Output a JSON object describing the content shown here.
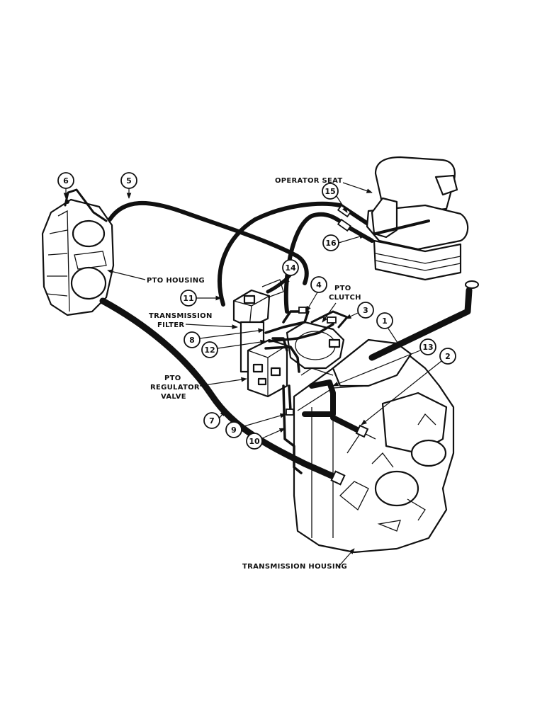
{
  "labels": {
    "operator_seat": "OPERATOR SEAT",
    "pto_housing": "PTO HOUSING",
    "transmission_filter_1": "TRANSMISSION",
    "transmission_filter_2": "FILTER",
    "pto_clutch_1": "PTO",
    "pto_clutch_2": "CLUTCH",
    "pto_regulator_1": "PTO",
    "pto_regulator_2": "REGULATOR",
    "pto_regulator_3": "VALVE",
    "transmission_housing": "TRANSMISSION HOUSING"
  },
  "callouts": {
    "c1": "1",
    "c2": "2",
    "c3": "3",
    "c4": "4",
    "c5": "5",
    "c6": "6",
    "c7": "7",
    "c8": "8",
    "c9": "9",
    "c10": "10",
    "c11": "11",
    "c12": "12",
    "c13": "13",
    "c14": "14",
    "c15": "15",
    "c16": "16"
  }
}
